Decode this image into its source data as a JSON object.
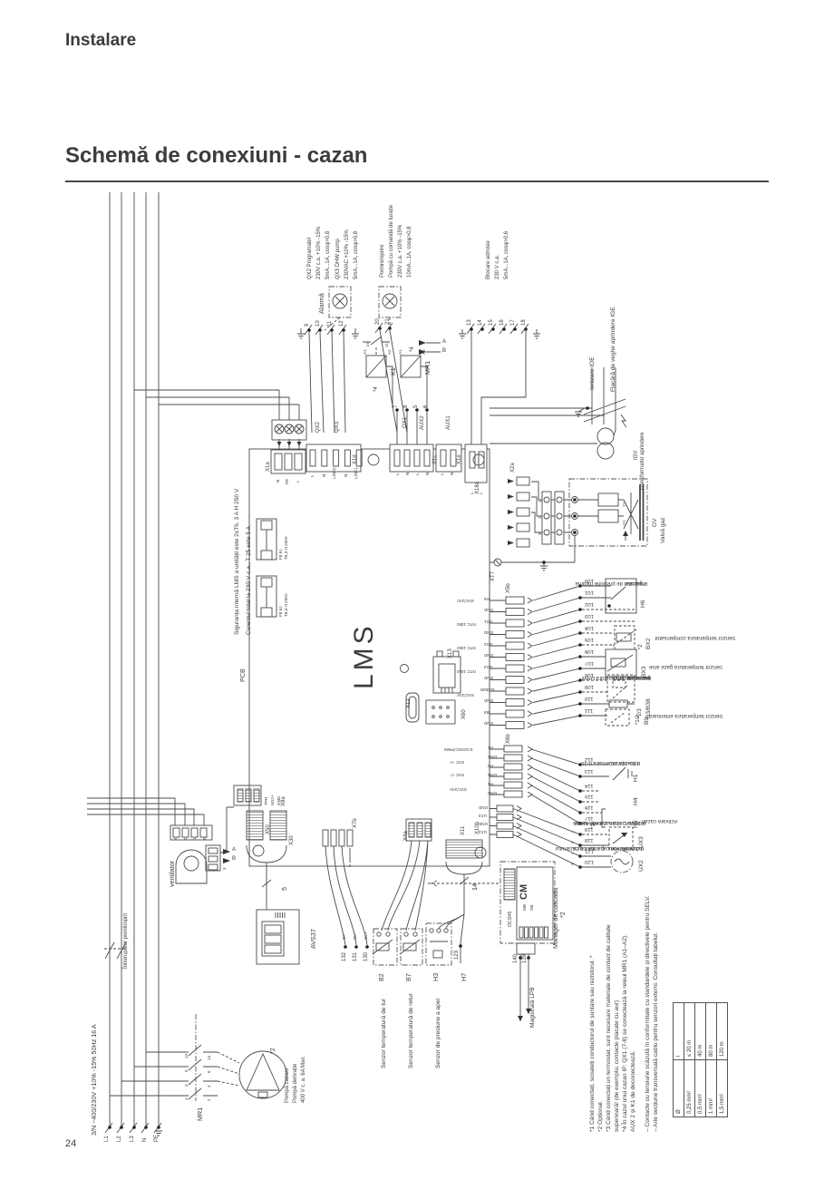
{
  "page": {
    "header": "Instalare",
    "title": "Schemă de conexiuni - cazan",
    "number": "24"
  },
  "top": {
    "qx2": [
      "QX2 Programabil",
      "230V c.a. +10% -15%",
      "5mA...1A, cosφ>0,8"
    ],
    "qx3": [
      "QX3 DHW pump",
      "230VAC +10% -15%",
      "5mA...1A, cosφ>0,8"
    ],
    "alarm": "Alarmă",
    "pornire": [
      "Pornire/oprire",
      "Pompă cu comandă de turație",
      "230V c.a. +10% -15%",
      "10mA...1A, cosφ>0,8"
    ],
    "blocare": [
      "Blocare admisie",
      "230 V c.a.",
      "5mA...1A, cosφ>0,6"
    ],
    "terms": [
      "9",
      "10",
      "11",
      "12"
    ],
    "terms2": [
      "20",
      "21"
    ],
    "terms3": [
      "13",
      "14",
      "15",
      "16",
      "17",
      "18"
    ],
    "relay_nums": [
      "7",
      "8",
      "5",
      "6"
    ],
    "k1": "K1",
    "mr1": "MR1",
    "a1": "A1",
    "a2": "A2",
    "star4": "*4",
    "c14": "14",
    "c11": "11",
    "a": "A",
    "b": "B"
  },
  "conn": {
    "x1d": "X1d",
    "x1c": "X1c",
    "x1e": "X1e",
    "x1a": "X1a",
    "x18a": "X18a",
    "qx2": "QX2",
    "qx3": "QX3",
    "qx1": "QX1",
    "aux2": "AUX2",
    "aux1": "AUX1",
    "x13": "X13",
    "x12": "X12",
    "x60": "X60",
    "xt7": "XT7",
    "x2a": "X2a",
    "x5b": "X5b",
    "x6b": "X6b",
    "x10b": "X10b",
    "x11": "X11",
    "x50": "X50",
    "x30": "X30",
    "x8a": "X8a",
    "x7b": "X7b",
    "x4a": "X4a"
  },
  "pins": {
    "x1d": [
      "L",
      "N",
      "L(NO)",
      "N",
      "L(NC)"
    ],
    "x1c": [
      "L",
      "N",
      "L",
      "N"
    ],
    "x1e": [
      "L",
      "N"
    ],
    "x1a": [
      "N",
      "PE",
      "L"
    ],
    "x18a": [
      "L",
      "L"
    ],
    "x5b": [
      "H6",
      "GND",
      "BX1",
      "GND",
      "BX2",
      "GND",
      "BX3",
      "GND",
      "B3/B38",
      "GND",
      "B9",
      "GND"
    ],
    "x6b": [
      "H1",
      "GND",
      "H4",
      "GND",
      "H5",
      "GND"
    ],
    "x10b": [
      "GND",
      "UX3",
      "GND",
      "UX2"
    ],
    "x8a": [
      "TPH",
      "M12+",
      "GND"
    ],
    "bsb": [
      "G+",
      "CL−",
      "CL+"
    ],
    "fan": [
      "4",
      "2",
      "1",
      "5"
    ],
    "fan3": [
      "1",
      "2",
      "3"
    ]
  },
  "board": {
    "pcb": "PCB",
    "lms": "LMS",
    "fuse_note1": "Siguranța internă LMS a unității este 2xT6, 3 A H 250 V",
    "fuse_note2": "Curentul total la 230 V c.a., T 25 este 5 A",
    "fuse1": "F8 61",
    "fuse1v": "T6,3 H 250V",
    "fuse2": "F8 62",
    "fuse2v": "T6,3 H 250V",
    "tags5b": [
      "SVC/24V",
      "NTC 10k0",
      "NTC 10k0",
      "NTC 10k0",
      "SVC/24V"
    ],
    "tags6b": [
      "0-10VDC/PWM",
      "SVC -/+",
      "SVC +/-",
      "SVC/24V"
    ]
  },
  "ign": {
    "ioe": "Ionizare IOE",
    "ige": "Flacără de veghe aprindere IGE",
    "igv": "IGV",
    "trafo": "Transformator aprindere"
  },
  "gv": {
    "gv": "GV",
    "valva": "Valvă gaz",
    "y1": "Y1",
    "y2": "Y2",
    "n1": "1",
    "n2": "2",
    "n3": "3"
  },
  "right": {
    "nums": [
      "100",
      "101",
      "102",
      "103",
      "104",
      "105",
      "106",
      "107",
      "108",
      "109",
      "110",
      "111",
      "112",
      "113",
      "114",
      "115",
      "116",
      "117",
      "118",
      "119",
      "120",
      "121"
    ],
    "h6": "H6",
    "h6_d": [
      "Presostat de presiune minimă",
      "a gazului"
    ],
    "bx2": "BX2",
    "bx2_s": "*2",
    "bx2_d": "Senzor temperatură compensator",
    "bx3": "BX3",
    "bx3_d": "Senzor temperatură gaze arse",
    "b3": "B3/B38",
    "b3_s": "*2/3",
    "b3_d": [
      "Termostat DHW",
      "sau",
      "senzor de temperatură DHW",
      "(parametru)"
    ],
    "b9": "B9",
    "b9_s": "*1/2",
    "b9_d": "Senzor temperatură exterioară",
    "h1": "H1",
    "h1_d": [
      "Influență exterioară 0-10",
      "0,15-10VDC"
    ],
    "h4": "H4",
    "h5": "H5",
    "h5_s": "*1",
    "h5_d": "Activare cazan",
    "ux3": "UX3",
    "ux3_d": [
      "Pompă cu comandă de turație",
      "0-10VDC Imax. 2,7 mA SELV"
    ],
    "ux2": "UX2",
    "ux2_d": [
      "Indicatorul de capacitate a cazanului",
      "0-10VDC Imax. 2,7 mA SELV"
    ],
    "plus": "+",
    "minus": "−"
  },
  "bottomleft": {
    "supply": "3/N ~400/230V +10% -15%  50Hz  16 A",
    "l": [
      "L1",
      "L2",
      "L3",
      "N",
      "PE"
    ],
    "mr1": "MR1",
    "mrn_l": [
      "13",
      "5",
      "3",
      "1"
    ],
    "mrn_r": [
      "14",
      "6",
      "4",
      "2"
    ],
    "star2": "*2",
    "pump": [
      "Pompă cazan/",
      "Pompă derivație",
      "400 V c. a. 6A Max."
    ],
    "intrerupator": "Întrerupător pornit/oprit"
  },
  "mid": {
    "ventilator": "ventilator",
    "avs": "AVS37",
    "w5": "5",
    "w14": "14",
    "t130": [
      "132",
      "131",
      "130"
    ],
    "t123": "123",
    "t140": "140",
    "t139": "139",
    "b2": "B2",
    "b7": "B7",
    "h3": "H3",
    "h7": "H7",
    "b2_d": "Senzor temperatură de tur",
    "b7_d": "Senzor temperatură de retur",
    "h3_d": "Senzor de presiune a apei",
    "lpb": "Magistrală LPB",
    "cm": "CM",
    "mb": "MB",
    "db": "DB",
    "oci": "OCI345",
    "manager": "Manager de cascadă",
    "manager_s": "*2"
  },
  "foot": {
    "f1": "*1 Când conectați, scoateți conductorul de șuntare sau rezistorul. *",
    "f2": "*2 Opțional.",
    "f3a": "*3 Când conectați un termostat, sunt necesare materiale de contact de calitate",
    "f3b": "superioară! (de exemplu, contacte placate cu aur)",
    "f4a": "*4 În cazul unui cazan IP: QX1 (7-8) se conectează la releul MR1 (A1–A2).",
    "f4b": "AUX 2 și K1 de deconectează.",
    "d1": "– Contacte cu tensiune scăzută în conformitate cu standardele și directivele pentru SELV.",
    "d2": "– Arie secțiune transversală cablu pentru senzori externi. Consultați tabelul."
  },
  "table": {
    "h": [
      "Ø",
      "l"
    ],
    "rows": [
      [
        "0,25 mm²",
        "≤ 20 m"
      ],
      [
        "0,5 mm²",
        "40 m"
      ],
      [
        "1 mm²",
        "80 m"
      ],
      [
        "1,5 mm²",
        "120 m"
      ]
    ]
  }
}
